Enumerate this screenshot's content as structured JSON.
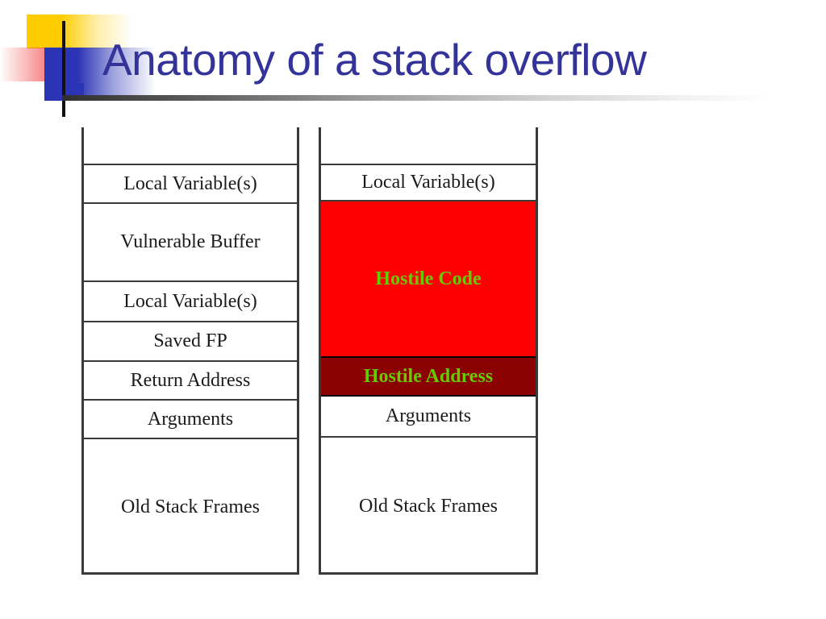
{
  "slide": {
    "title": "Anatomy of a stack overflow",
    "title_color": "#333399",
    "decoration": {
      "yellow": "#FFCC00",
      "red": "#F03232",
      "blue": "#2B34B5",
      "rule": "#2f2f2f"
    }
  },
  "diagram": {
    "type": "stack-frame-comparison",
    "colors": {
      "hostile_code_bg": "#FF0000",
      "hostile_address_bg": "#8B0000",
      "hostile_text": "#66CC00",
      "border": "#3a3a3a",
      "cell_text": "#1b1b1b"
    },
    "stacks": [
      {
        "name": "normal-stack",
        "cells": [
          {
            "label": "",
            "height": 47,
            "style": "blank"
          },
          {
            "label": "Local Variable(s)",
            "height": 48,
            "style": "plain"
          },
          {
            "label": "Vulnerable Buffer",
            "height": 97,
            "style": "plain"
          },
          {
            "label": "Local Variable(s)",
            "height": 50,
            "style": "plain"
          },
          {
            "label": "Saved FP",
            "height": 49,
            "style": "plain"
          },
          {
            "label": "Return Address",
            "height": 48,
            "style": "plain"
          },
          {
            "label": "Arguments",
            "height": 48,
            "style": "plain"
          },
          {
            "label": "Old Stack Frames",
            "height": 168,
            "style": "plain"
          }
        ]
      },
      {
        "name": "overflowed-stack",
        "cells": [
          {
            "label": "",
            "height": 47,
            "style": "blank"
          },
          {
            "label": "Local Variable(s)",
            "height": 45,
            "style": "plain"
          },
          {
            "label": "Hostile Code",
            "height": 194,
            "style": "hostile-code"
          },
          {
            "label": "Hostile Address",
            "height": 48,
            "style": "hostile-addr"
          },
          {
            "label": "Arguments",
            "height": 51,
            "style": "plain"
          },
          {
            "label": "Old Stack Frames",
            "height": 170,
            "style": "plain"
          }
        ]
      }
    ]
  }
}
